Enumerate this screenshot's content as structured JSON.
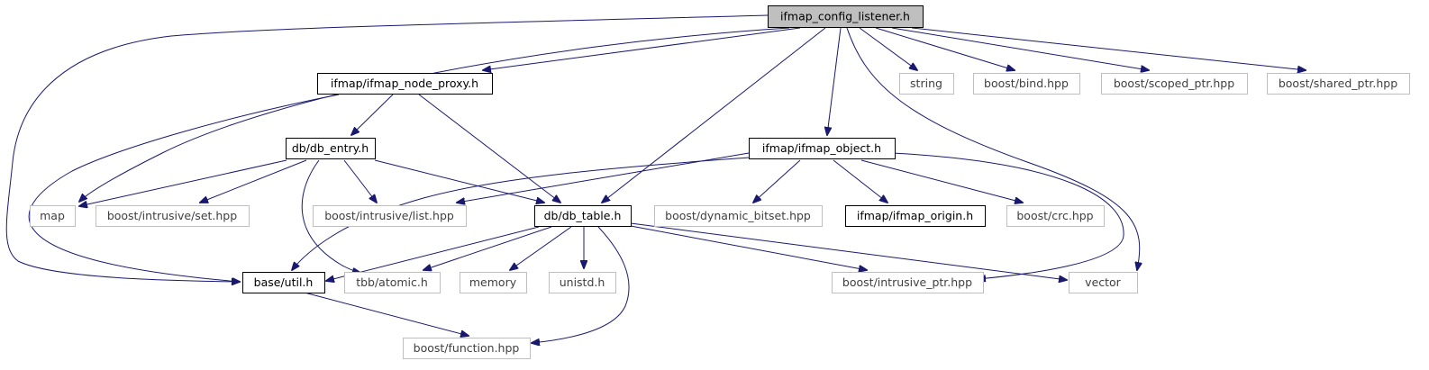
{
  "graph": {
    "colors": {
      "edge": "#191970",
      "root_fill": "#bfbfbf",
      "root_border": "#000000",
      "local_border": "#000000",
      "system_border": "#bfbfbf",
      "local_text": "#000000",
      "system_text": "#3f3f3f"
    },
    "nodes": [
      {
        "id": "root",
        "label": "ifmap_config_listener.h",
        "kind": "root"
      },
      {
        "id": "node_proxy",
        "label": "ifmap/ifmap_node_proxy.h",
        "kind": "local"
      },
      {
        "id": "string",
        "label": "string",
        "kind": "system"
      },
      {
        "id": "bind",
        "label": "boost/bind.hpp",
        "kind": "system"
      },
      {
        "id": "scoped_ptr",
        "label": "boost/scoped_ptr.hpp",
        "kind": "system"
      },
      {
        "id": "shared_ptr",
        "label": "boost/shared_ptr.hpp",
        "kind": "system"
      },
      {
        "id": "db_entry",
        "label": "db/db_entry.h",
        "kind": "local"
      },
      {
        "id": "ifmap_object",
        "label": "ifmap/ifmap_object.h",
        "kind": "local"
      },
      {
        "id": "map",
        "label": "map",
        "kind": "system"
      },
      {
        "id": "intrusive_set",
        "label": "boost/intrusive/set.hpp",
        "kind": "system"
      },
      {
        "id": "intrusive_list",
        "label": "boost/intrusive/list.hpp",
        "kind": "system"
      },
      {
        "id": "db_table",
        "label": "db/db_table.h",
        "kind": "local"
      },
      {
        "id": "dynamic_bitset",
        "label": "boost/dynamic_bitset.hpp",
        "kind": "system"
      },
      {
        "id": "ifmap_origin",
        "label": "ifmap/ifmap_origin.h",
        "kind": "local"
      },
      {
        "id": "crc",
        "label": "boost/crc.hpp",
        "kind": "system"
      },
      {
        "id": "base_util",
        "label": "base/util.h",
        "kind": "local"
      },
      {
        "id": "tbb_atomic",
        "label": "tbb/atomic.h",
        "kind": "system"
      },
      {
        "id": "memory",
        "label": "memory",
        "kind": "system"
      },
      {
        "id": "unistd",
        "label": "unistd.h",
        "kind": "system"
      },
      {
        "id": "intrusive_ptr",
        "label": "boost/intrusive_ptr.hpp",
        "kind": "system"
      },
      {
        "id": "vector",
        "label": "vector",
        "kind": "system"
      },
      {
        "id": "function",
        "label": "boost/function.hpp",
        "kind": "system"
      }
    ],
    "edges": [
      [
        "root",
        "node_proxy"
      ],
      [
        "root",
        "string"
      ],
      [
        "root",
        "bind"
      ],
      [
        "root",
        "scoped_ptr"
      ],
      [
        "root",
        "shared_ptr"
      ],
      [
        "root",
        "map"
      ],
      [
        "root",
        "base_util"
      ],
      [
        "root",
        "db_table"
      ],
      [
        "root",
        "ifmap_object"
      ],
      [
        "root",
        "vector"
      ],
      [
        "node_proxy",
        "db_entry"
      ],
      [
        "node_proxy",
        "db_table"
      ],
      [
        "node_proxy",
        "base_util"
      ],
      [
        "db_entry",
        "map"
      ],
      [
        "db_entry",
        "intrusive_set"
      ],
      [
        "db_entry",
        "intrusive_list"
      ],
      [
        "db_entry",
        "db_table"
      ],
      [
        "db_entry",
        "tbb_atomic"
      ],
      [
        "ifmap_object",
        "intrusive_list"
      ],
      [
        "ifmap_object",
        "dynamic_bitset"
      ],
      [
        "ifmap_object",
        "ifmap_origin"
      ],
      [
        "ifmap_object",
        "crc"
      ],
      [
        "ifmap_object",
        "intrusive_ptr"
      ],
      [
        "ifmap_object",
        "base_util"
      ],
      [
        "db_table",
        "base_util"
      ],
      [
        "db_table",
        "tbb_atomic"
      ],
      [
        "db_table",
        "memory"
      ],
      [
        "db_table",
        "unistd"
      ],
      [
        "db_table",
        "intrusive_ptr"
      ],
      [
        "db_table",
        "vector"
      ],
      [
        "db_table",
        "function"
      ],
      [
        "base_util",
        "function"
      ]
    ]
  }
}
